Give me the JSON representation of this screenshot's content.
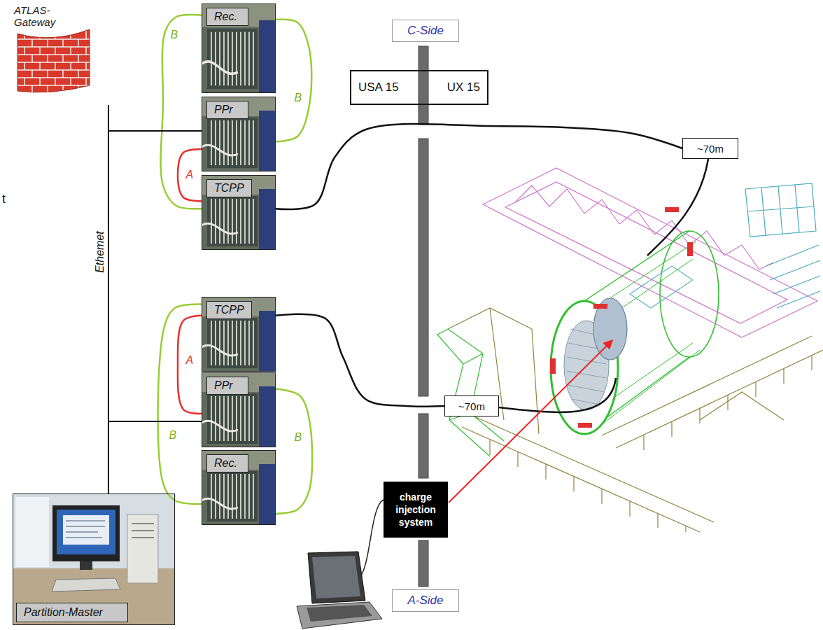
{
  "diagram": {
    "nodes": [
      {
        "text": [
          "ATLAS- Gateway"
        ]
      },
      {
        "text": [
          "Rec."
        ]
      },
      {
        "text": [
          "PPr"
        ]
      },
      {
        "text": [
          "TCPP"
        ]
      },
      {
        "text": [
          "TCPP"
        ]
      },
      {
        "text": [
          "PPr"
        ]
      },
      {
        "text": [
          "Rec."
        ]
      },
      {
        "text": [
          "C-Side"
        ]
      },
      {
        "text": [
          "USA 15",
          "UX 15"
        ]
      },
      {
        "text": [
          "~70m"
        ]
      },
      {
        "text": [
          "~70m"
        ]
      },
      {
        "text": [
          "charge injection system"
        ]
      },
      {
        "text": [
          "A-Side"
        ]
      },
      {
        "text": [
          "Partition-Master"
        ]
      }
    ],
    "edges": [
      {
        "from": 1,
        "to": 3,
        "label": "B",
        "arrow": "none"
      },
      {
        "from": 1,
        "to": 2,
        "label": "B",
        "arrow": "none"
      },
      {
        "from": 2,
        "to": 3,
        "label": "A",
        "arrow": "none"
      },
      {
        "from": 3,
        "to": 9,
        "arrow": "none"
      },
      {
        "from": 4,
        "to": 5,
        "label": "A",
        "arrow": "none"
      },
      {
        "from": 4,
        "to": 6,
        "label": "B",
        "arrow": "none"
      },
      {
        "from": 5,
        "to": 6,
        "label": "B",
        "arrow": "none"
      },
      {
        "from": 4,
        "to": 10,
        "arrow": "none"
      },
      {
        "from": 13,
        "to": 0,
        "label": "Ethemet",
        "arrow": "none"
      },
      {
        "from": 13,
        "to": 2,
        "arrow": "none"
      },
      {
        "from": 13,
        "to": 5,
        "arrow": "none"
      }
    ],
    "labels": [
      "t"
    ]
  }
}
